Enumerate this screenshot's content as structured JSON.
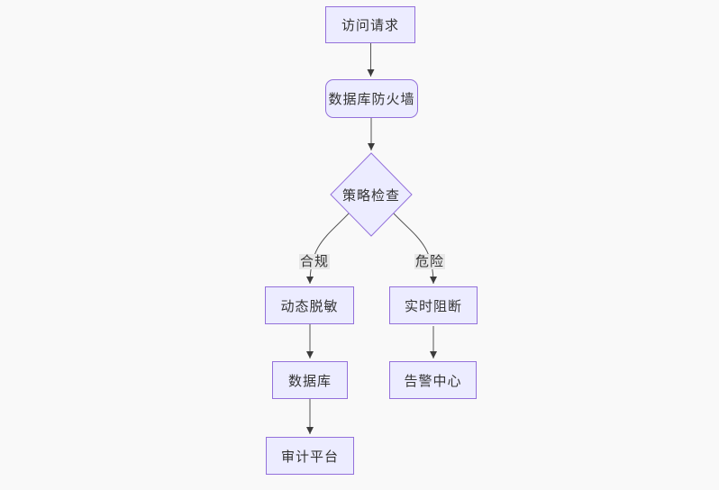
{
  "diagram": {
    "type": "flowchart",
    "direction": "top-down",
    "colors": {
      "background": "#f9f9f9",
      "node_fill": "#ececff",
      "node_border": "#9370db",
      "edge_line": "#555555",
      "arrowhead": "#3b3b3b",
      "edge_label_bg": "#e8e8e8",
      "text": "#333333"
    },
    "nodes": [
      {
        "id": "access-request",
        "label": "访问请求",
        "shape": "rectangle"
      },
      {
        "id": "db-firewall",
        "label": "数据库防火墙",
        "shape": "rounded-rectangle"
      },
      {
        "id": "policy-check",
        "label": "策略检查",
        "shape": "diamond"
      },
      {
        "id": "dynamic-masking",
        "label": "动态脱敏",
        "shape": "rectangle"
      },
      {
        "id": "realtime-block",
        "label": "实时阻断",
        "shape": "rectangle"
      },
      {
        "id": "database",
        "label": "数据库",
        "shape": "rectangle"
      },
      {
        "id": "alert-center",
        "label": "告警中心",
        "shape": "rectangle"
      },
      {
        "id": "audit-platform",
        "label": "审计平台",
        "shape": "rectangle"
      }
    ],
    "edges": [
      {
        "from": "access-request",
        "to": "db-firewall",
        "label": ""
      },
      {
        "from": "db-firewall",
        "to": "policy-check",
        "label": ""
      },
      {
        "from": "policy-check",
        "to": "dynamic-masking",
        "label": "合规"
      },
      {
        "from": "policy-check",
        "to": "realtime-block",
        "label": "危险"
      },
      {
        "from": "dynamic-masking",
        "to": "database",
        "label": ""
      },
      {
        "from": "database",
        "to": "audit-platform",
        "label": ""
      },
      {
        "from": "realtime-block",
        "to": "alert-center",
        "label": ""
      }
    ]
  }
}
